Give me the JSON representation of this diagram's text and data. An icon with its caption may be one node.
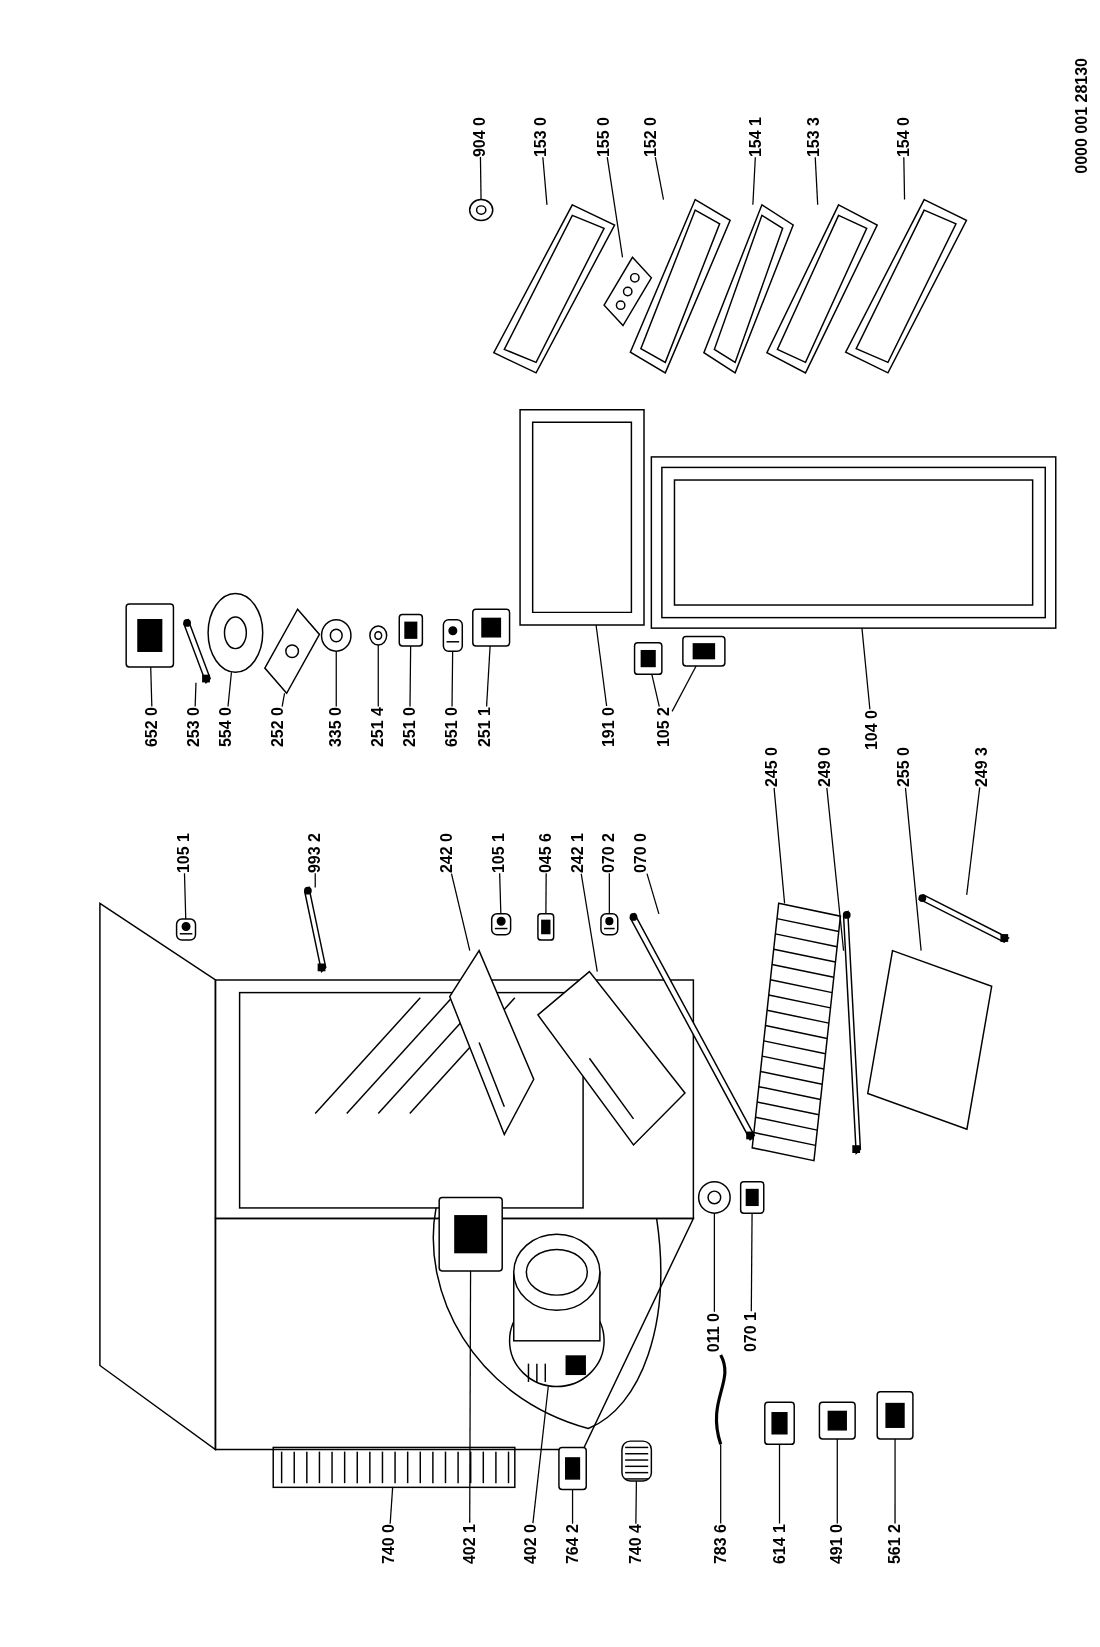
{
  "diagram": {
    "nodes": [
      {
        "text": [
          "740 0"
        ]
      },
      {
        "text": [],
        "shape": "picture"
      },
      {
        "text": [
          "402 1"
        ]
      },
      {
        "text": [],
        "shape": "picture"
      },
      {
        "text": [
          "402 0"
        ]
      },
      {
        "text": [],
        "shape": "picture"
      },
      {
        "text": [
          "764 2"
        ]
      },
      {
        "text": [],
        "shape": "picture"
      },
      {
        "text": [
          "740 4"
        ]
      },
      {
        "text": [],
        "shape": "picture"
      },
      {
        "text": [
          "783 6"
        ]
      },
      {
        "text": [],
        "shape": "picture"
      },
      {
        "text": [
          "614 1"
        ]
      },
      {
        "text": [],
        "shape": "picture"
      },
      {
        "text": [
          "491 0"
        ]
      },
      {
        "text": [],
        "shape": "picture"
      },
      {
        "text": [
          "561 2"
        ]
      },
      {
        "text": [],
        "shape": "picture"
      },
      {
        "text": [
          "011 0"
        ]
      },
      {
        "text": [],
        "shape": "picture"
      },
      {
        "text": [
          "070 1"
        ]
      },
      {
        "text": [],
        "shape": "picture"
      },
      {
        "text": [
          "105 1"
        ]
      },
      {
        "text": [],
        "shape": "picture"
      },
      {
        "text": [
          "993 2"
        ]
      },
      {
        "text": [],
        "shape": "picture"
      },
      {
        "text": [
          "242 0"
        ]
      },
      {
        "text": [],
        "shape": "picture"
      },
      {
        "text": [
          "105 1"
        ]
      },
      {
        "text": [],
        "shape": "picture"
      },
      {
        "text": [
          "045 6"
        ]
      },
      {
        "text": [],
        "shape": "picture"
      },
      {
        "text": [
          "242 1"
        ]
      },
      {
        "text": [],
        "shape": "picture"
      },
      {
        "text": [
          "070 2"
        ]
      },
      {
        "text": [],
        "shape": "picture"
      },
      {
        "text": [
          "070 0"
        ]
      },
      {
        "text": [],
        "shape": "picture"
      },
      {
        "text": [
          "652 0"
        ]
      },
      {
        "text": [],
        "shape": "picture"
      },
      {
        "text": [
          "253 0"
        ]
      },
      {
        "text": [],
        "shape": "picture"
      },
      {
        "text": [
          "554 0"
        ]
      },
      {
        "text": [],
        "shape": "picture"
      },
      {
        "text": [
          "252 0"
        ]
      },
      {
        "text": [],
        "shape": "picture"
      },
      {
        "text": [
          "335 0"
        ]
      },
      {
        "text": [],
        "shape": "picture"
      },
      {
        "text": [
          "251 4"
        ]
      },
      {
        "text": [],
        "shape": "picture"
      },
      {
        "text": [
          "251 0"
        ]
      },
      {
        "text": [],
        "shape": "picture"
      },
      {
        "text": [
          "651 0"
        ]
      },
      {
        "text": [],
        "shape": "picture"
      },
      {
        "text": [
          "251 1"
        ]
      },
      {
        "text": [],
        "shape": "picture"
      },
      {
        "text": [
          "191 0"
        ]
      },
      {
        "text": [],
        "shape": "picture"
      },
      {
        "text": [
          "105 2"
        ]
      },
      {
        "text": [],
        "shape": "picture"
      },
      {
        "text": [],
        "shape": "picture"
      },
      {
        "text": [
          "245 0"
        ]
      },
      {
        "text": [],
        "shape": "picture"
      },
      {
        "text": [
          "249 0"
        ]
      },
      {
        "text": [],
        "shape": "picture"
      },
      {
        "text": [
          "104 0"
        ]
      },
      {
        "text": [],
        "shape": "picture"
      },
      {
        "text": [
          "255 0"
        ]
      },
      {
        "text": [],
        "shape": "picture"
      },
      {
        "text": [
          "249 3"
        ]
      },
      {
        "text": [],
        "shape": "picture"
      },
      {
        "text": [
          "904 0"
        ]
      },
      {
        "text": [],
        "shape": "picture"
      },
      {
        "text": [
          "153 0"
        ]
      },
      {
        "text": [],
        "shape": "picture"
      },
      {
        "text": [
          "155 0"
        ]
      },
      {
        "text": [],
        "shape": "picture"
      },
      {
        "text": [
          "152 0"
        ]
      },
      {
        "text": [],
        "shape": "picture"
      },
      {
        "text": [
          "154 1"
        ]
      },
      {
        "text": [],
        "shape": "picture"
      },
      {
        "text": [
          "153 3"
        ]
      },
      {
        "text": [],
        "shape": "picture"
      },
      {
        "text": [
          "154 0"
        ]
      },
      {
        "text": [],
        "shape": "picture"
      }
    ],
    "edges": [
      {
        "from": 0,
        "to": 1,
        "arrow": "none"
      },
      {
        "from": 2,
        "to": 3,
        "arrow": "none"
      },
      {
        "from": 4,
        "to": 5,
        "arrow": "none"
      },
      {
        "from": 6,
        "to": 7,
        "arrow": "none"
      },
      {
        "from": 8,
        "to": 9,
        "arrow": "none"
      },
      {
        "from": 10,
        "to": 11,
        "arrow": "none"
      },
      {
        "from": 12,
        "to": 13,
        "arrow": "none"
      },
      {
        "from": 14,
        "to": 15,
        "arrow": "none"
      },
      {
        "from": 16,
        "to": 17,
        "arrow": "none"
      },
      {
        "from": 18,
        "to": 19,
        "arrow": "none"
      },
      {
        "from": 20,
        "to": 21,
        "arrow": "none"
      },
      {
        "from": 22,
        "to": 23,
        "arrow": "none"
      },
      {
        "from": 24,
        "to": 25,
        "arrow": "none"
      },
      {
        "from": 26,
        "to": 27,
        "arrow": "none"
      },
      {
        "from": 28,
        "to": 29,
        "arrow": "none"
      },
      {
        "from": 30,
        "to": 31,
        "arrow": "none"
      },
      {
        "from": 32,
        "to": 33,
        "arrow": "none"
      },
      {
        "from": 34,
        "to": 35,
        "arrow": "none"
      },
      {
        "from": 36,
        "to": 37,
        "arrow": "none"
      },
      {
        "from": 38,
        "to": 39,
        "arrow": "none"
      },
      {
        "from": 40,
        "to": 41,
        "arrow": "none"
      },
      {
        "from": 42,
        "to": 43,
        "arrow": "none"
      },
      {
        "from": 44,
        "to": 45,
        "arrow": "none"
      },
      {
        "from": 46,
        "to": 47,
        "arrow": "none"
      },
      {
        "from": 48,
        "to": 49,
        "arrow": "none"
      },
      {
        "from": 50,
        "to": 51,
        "arrow": "none"
      },
      {
        "from": 52,
        "to": 53,
        "arrow": "none"
      },
      {
        "from": 54,
        "to": 55,
        "arrow": "none"
      },
      {
        "from": 56,
        "to": 57,
        "arrow": "none"
      },
      {
        "from": 58,
        "to": 59,
        "arrow": "none"
      },
      {
        "from": 58,
        "to": 60,
        "arrow": "none"
      },
      {
        "from": 61,
        "to": 62,
        "arrow": "none"
      },
      {
        "from": 63,
        "to": 64,
        "arrow": "none"
      },
      {
        "from": 65,
        "to": 66,
        "arrow": "none"
      },
      {
        "from": 67,
        "to": 68,
        "arrow": "none"
      },
      {
        "from": 69,
        "to": 70,
        "arrow": "none"
      },
      {
        "from": 71,
        "to": 72,
        "arrow": "none"
      },
      {
        "from": 73,
        "to": 74,
        "arrow": "none"
      },
      {
        "from": 75,
        "to": 76,
        "arrow": "none"
      },
      {
        "from": 77,
        "to": 78,
        "arrow": "none"
      },
      {
        "from": 79,
        "to": 80,
        "arrow": "none"
      },
      {
        "from": 81,
        "to": 82,
        "arrow": "none"
      },
      {
        "from": 83,
        "to": 84,
        "arrow": "none"
      }
    ],
    "labels": [
      "0000 001 28130"
    ]
  }
}
